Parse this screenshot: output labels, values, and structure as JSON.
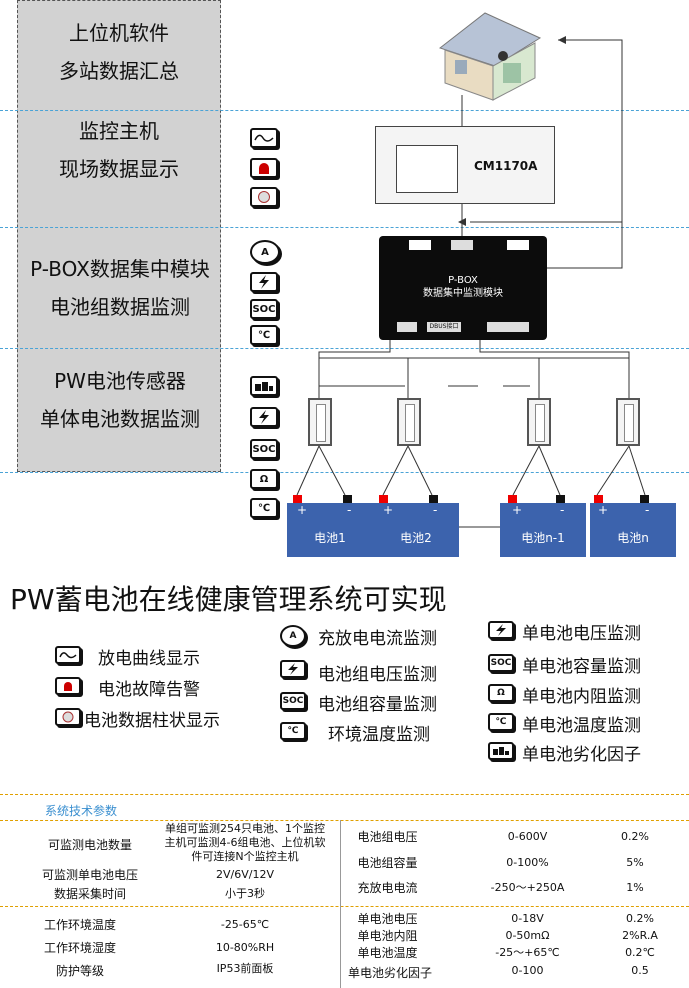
{
  "levels": [
    {
      "line1": "上位机软件",
      "line2": "多站数据汇总"
    },
    {
      "line1": "监控主机",
      "line2": "现场数据显示"
    },
    {
      "line1": "P-BOX数据集中模块",
      "line2": "电池组数据监测"
    },
    {
      "line1": "PW电池传感器",
      "line2": "单体电池数据监测"
    }
  ],
  "host_label": "CM1170A",
  "pbox": {
    "title": "P-BOX",
    "subtitle": "数据集中监测模块",
    "port_label": "DBUS接口"
  },
  "batteries": [
    {
      "label": "电池1"
    },
    {
      "label": "电池2"
    },
    {
      "label": "电池n-1"
    },
    {
      "label": "电池n"
    }
  ],
  "terminals": {
    "plus": "+",
    "minus": "-"
  },
  "icon_text": {
    "soc": "SOC",
    "ammeter": "A",
    "temp": "℃",
    "ohm": "Ω"
  },
  "headline": "PW蓄电池在线健康管理系统可实现",
  "legend_col1": [
    {
      "icon": "curve-icon",
      "label": "放电曲线显示"
    },
    {
      "icon": "alarm-icon",
      "label": "电池故障告警"
    },
    {
      "icon": "bar-icon",
      "label": "电池数据柱状显示"
    }
  ],
  "legend_col2": [
    {
      "icon": "ammeter-icon",
      "label": "充放电电流监测"
    },
    {
      "icon": "lightning-icon",
      "label": "电池组电压监测"
    },
    {
      "icon": "soc-icon",
      "label": "电池组容量监测"
    },
    {
      "icon": "temperature-icon",
      "label": "环境温度监测"
    }
  ],
  "legend_col3": [
    {
      "icon": "lightning-icon",
      "label": "单电池电压监测"
    },
    {
      "icon": "soc-icon",
      "label": "单电池容量监测"
    },
    {
      "icon": "ohm-icon",
      "label": "单电池内阻监测"
    },
    {
      "icon": "temperature-icon",
      "label": "单电池温度监测"
    },
    {
      "icon": "battery-level-icon",
      "label": "单电池劣化因子"
    }
  ],
  "spec_title": "系统技术参数",
  "spec_left": [
    {
      "name": "可监测电池数量",
      "value": "单组可监测254只电池、1个监控主机可监测4-6组电池、上位机软件可连接N个监控主机"
    },
    {
      "name": "可监测单电池电压",
      "value": "2V/6V/12V"
    },
    {
      "name": "数据采集时间",
      "value": "小于3秒"
    },
    {
      "name": "工作环境温度",
      "value": "-25-65℃"
    },
    {
      "name": "工作环境湿度",
      "value": "10-80%RH"
    },
    {
      "name": "防护等级",
      "value": "IP53前面板"
    }
  ],
  "spec_right": [
    {
      "name": "电池组电压",
      "range": "0-600V",
      "acc": "0.2%"
    },
    {
      "name": "电池组容量",
      "range": "0-100%",
      "acc": "5%"
    },
    {
      "name": "充放电电流",
      "range": "-250～+250A",
      "acc": "1%"
    },
    {
      "name": "单电池电压",
      "range": "0-18V",
      "acc": "0.2%"
    },
    {
      "name": "单电池内阻",
      "range": "0-50mΩ",
      "acc": "2%R.A"
    },
    {
      "name": "单电池温度",
      "range": "-25～+65℃",
      "acc": "0.2℃"
    },
    {
      "name": "单电池劣化因子",
      "range": "0-100",
      "acc": "0.5"
    }
  ]
}
